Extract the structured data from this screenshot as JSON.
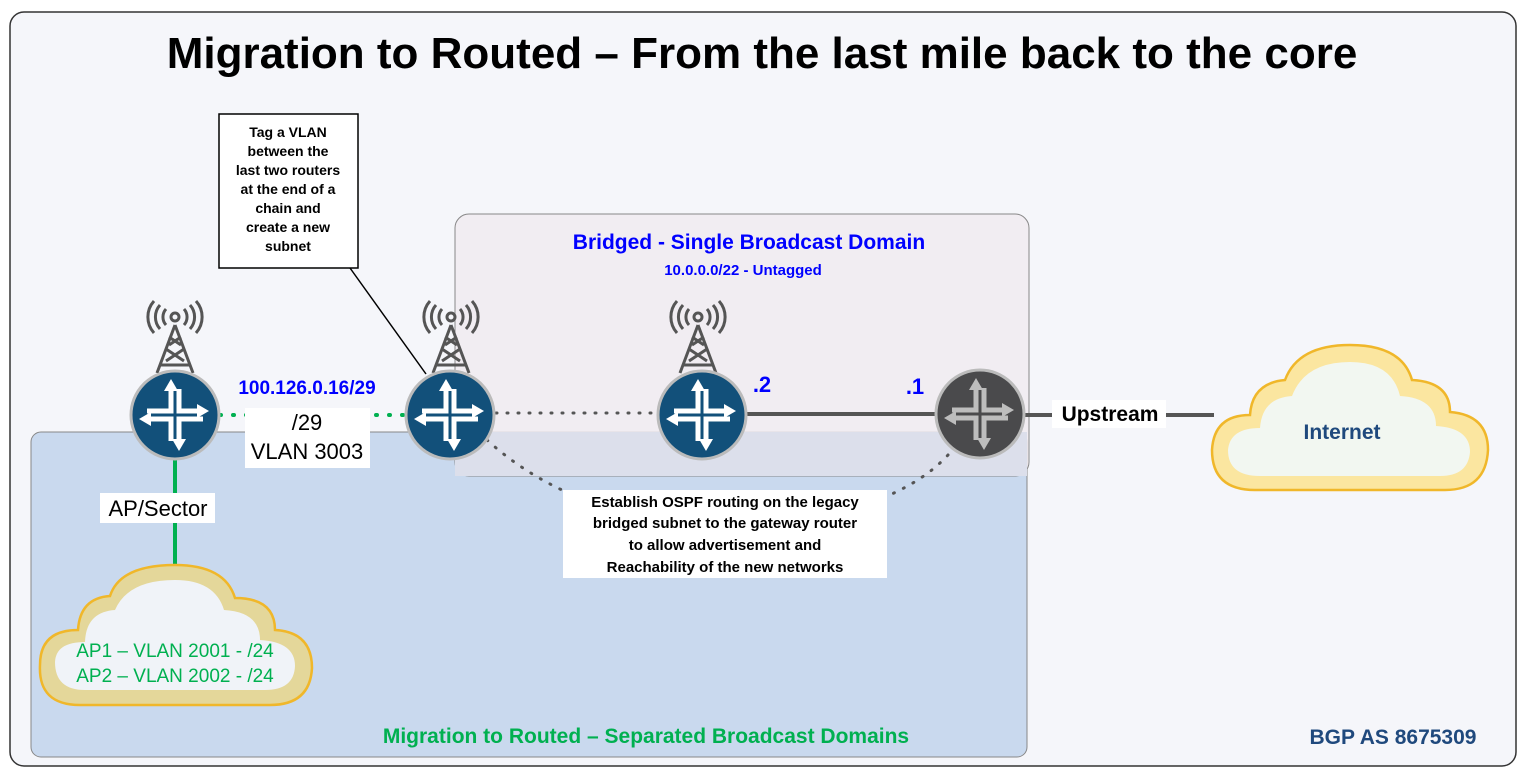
{
  "title": "Migration to Routed – From the last mile back to the core",
  "callout": {
    "lines": [
      "Tag a VLAN",
      "between the",
      "last two routers",
      "at the end of a",
      "chain and",
      "create a new",
      "subnet"
    ]
  },
  "bridged": {
    "title": "Bridged - Single Broadcast Domain",
    "subnet": "10.0.0.0/22 - Untagged"
  },
  "routed": {
    "title": "Migration to Routed – Separated Broadcast Domains"
  },
  "link": {
    "subnet": "100.126.0.16/29",
    "mask": "/29",
    "vlan": "VLAN 3003"
  },
  "ap_sector": "AP/Sector",
  "ap_cloud": {
    "lines": [
      "AP1 – VLAN 2001 - /24",
      "AP2 – VLAN 2002 - /24"
    ]
  },
  "hosts": {
    "r3": ".2",
    "gw": ".1"
  },
  "ospf": {
    "lines": [
      "Establish OSPF routing on the legacy",
      "bridged subnet to the gateway router",
      "to allow advertisement and",
      "Reachability of the new networks"
    ]
  },
  "upstream": "Upstream",
  "internet": "Internet",
  "bgp": "BGP AS 8675309",
  "colors": {
    "router": "#12507a",
    "gateway": "#4a4a4c",
    "green": "#00b050",
    "blue": "#0000ff",
    "navy": "#1f497d"
  }
}
